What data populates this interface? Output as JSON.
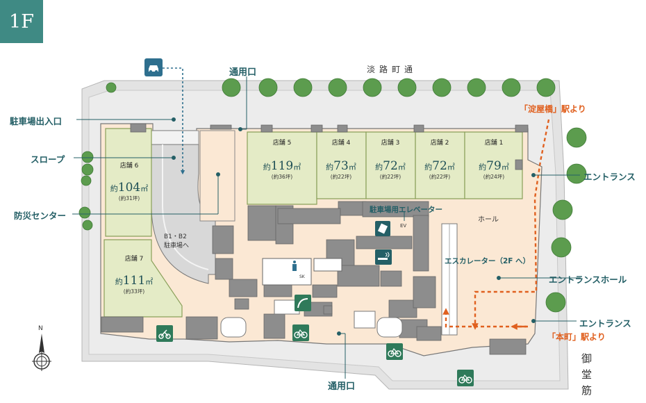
{
  "floor": "1F",
  "roads": {
    "top": "淡路町通",
    "right": "御堂筋"
  },
  "callouts": {
    "parking_entrance": "駐車場出入口",
    "slope": "スロープ",
    "disaster_center": "防災センター",
    "service_entrance_top": "通用口",
    "service_entrance_bottom": "通用口",
    "parking_elevator": "駐車場用エレベーター",
    "entrance_top": "エントランス",
    "entrance_hall": "エントランスホール",
    "entrance_bottom": "エントランス",
    "escalator": "エスカレーター（2F へ）",
    "hall": "ホール",
    "b1b2_line1": "B1・B2",
    "b1b2_line2": "駐車場へ",
    "ev": "EV",
    "sk": "SK"
  },
  "station_routes": {
    "yodoyabashi": "「淀屋橋」駅より",
    "honmachi": "「本町」駅より"
  },
  "shops": [
    {
      "id": "shop5",
      "name": "店舗 5",
      "prefix": "約",
      "area": "119",
      "unit": "㎡",
      "tsubo": "(約36坪)"
    },
    {
      "id": "shop4",
      "name": "店舗 4",
      "prefix": "約",
      "area": "73",
      "unit": "㎡",
      "tsubo": "(約22坪)"
    },
    {
      "id": "shop3",
      "name": "店舗 3",
      "prefix": "約",
      "area": "72",
      "unit": "㎡",
      "tsubo": "(約22坪)"
    },
    {
      "id": "shop2",
      "name": "店舗 2",
      "prefix": "約",
      "area": "72",
      "unit": "㎡",
      "tsubo": "(約22坪)"
    },
    {
      "id": "shop1",
      "name": "店舗 1",
      "prefix": "約",
      "area": "79",
      "unit": "㎡",
      "tsubo": "(約24坪)"
    },
    {
      "id": "shop6",
      "name": "店舗 6",
      "prefix": "約",
      "area": "104",
      "unit": "㎡",
      "tsubo": "(約31坪)"
    },
    {
      "id": "shop7",
      "name": "店舗 7",
      "prefix": "約",
      "area": "111",
      "unit": "㎡",
      "tsubo": "(約33坪)"
    }
  ],
  "compass": {
    "north": "N"
  },
  "icons": [
    "car-icon",
    "motorbike-icon",
    "bicycle-icon",
    "elevator-icon",
    "smoking-icon",
    "ramp-icon",
    "restroom-icon",
    "compass-icon"
  ],
  "colors": {
    "badge": "#3f8a84",
    "teal_text": "#245f66",
    "shop_fill": "#e5ecc8",
    "shop_stroke": "#8da25a",
    "common_fill": "#fbe9d6",
    "core_fill": "#8a8a8a",
    "route_orange": "#e0601f",
    "tree": "#5a9a4c",
    "site": "#d9d9d9"
  }
}
